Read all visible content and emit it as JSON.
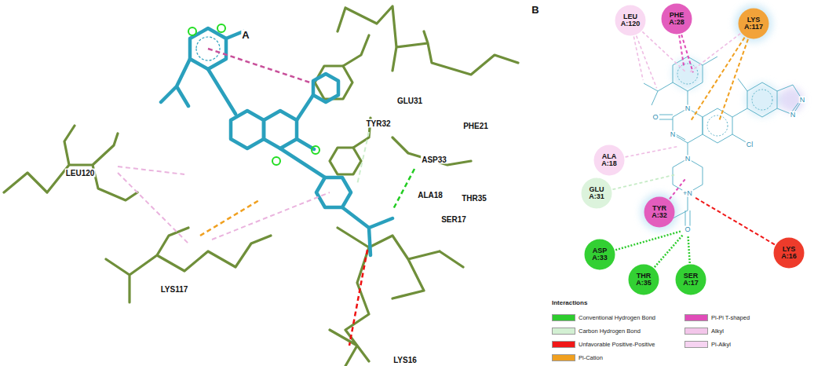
{
  "diagram": {
    "nodes": [
      {
        "text": [
          "LEU A:120"
        ]
      },
      {
        "text": [
          "PHE A:28"
        ]
      },
      {
        "text": [
          "LYS A:117"
        ]
      },
      {
        "text": [
          "ALA A:18"
        ]
      },
      {
        "text": [
          "GLU A:31"
        ]
      },
      {
        "text": [
          "TYR A:32"
        ]
      },
      {
        "text": [
          "ASP A:33"
        ]
      },
      {
        "text": [
          "THR A:35"
        ]
      },
      {
        "text": [
          "SER A:17"
        ]
      },
      {
        "text": [
          "LYS A:16"
        ]
      }
    ],
    "labels": [
      "A",
      "LEU120",
      "GLU31",
      "PHE21",
      "TYR32",
      "ASP33",
      "ALA18",
      "THR35",
      "SER17",
      "LYS117",
      "LYS16",
      "B",
      "N",
      "O",
      "N",
      "Cl",
      "N",
      "+N",
      "O",
      "N",
      "N",
      "Interactions"
    ],
    "legend": [
      {
        "text": "Conventional Hydrogen Bond",
        "color": "#2ecc2e"
      },
      {
        "text": "Carbon Hydrogen Bond",
        "color": "#d3f0d3"
      },
      {
        "text": "Unfavorable Positive-Positive",
        "color": "#f01818"
      },
      {
        "text": "Pi-Cation",
        "color": "#f0a020"
      },
      {
        "text": "Pi-Pi T-shaped",
        "color": "#e04cb8"
      },
      {
        "text": "Alkyl",
        "color": "#f3c6ea"
      },
      {
        "text": "Pi-Alkyl",
        "color": "#f6d3f1"
      }
    ]
  }
}
